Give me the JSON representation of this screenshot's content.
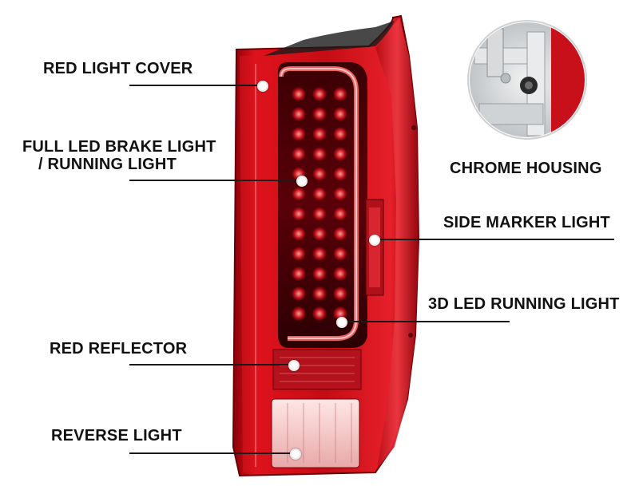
{
  "callouts": {
    "red_light_cover": "RED LIGHT COVER",
    "brake_light_line1": "FULL LED BRAKE LIGHT",
    "brake_light_line2": "/ RUNNING LIGHT",
    "chrome_housing": "CHROME HOUSING",
    "side_marker_light": "SIDE MARKER LIGHT",
    "led_running_light": "3D LED RUNNING LIGHT",
    "red_reflector": "RED REFLECTOR",
    "reverse_light": "REVERSE LIGHT"
  },
  "colors": {
    "lamp_red": "#d01018",
    "lamp_dark": "#5a0006",
    "led_glow": "#ff7a7a",
    "chrome": "#c8ccd0",
    "text": "#111111",
    "background": "#ffffff"
  },
  "images": {
    "product": "tail-light-assembly",
    "inset": "chrome-housing-closeup"
  }
}
